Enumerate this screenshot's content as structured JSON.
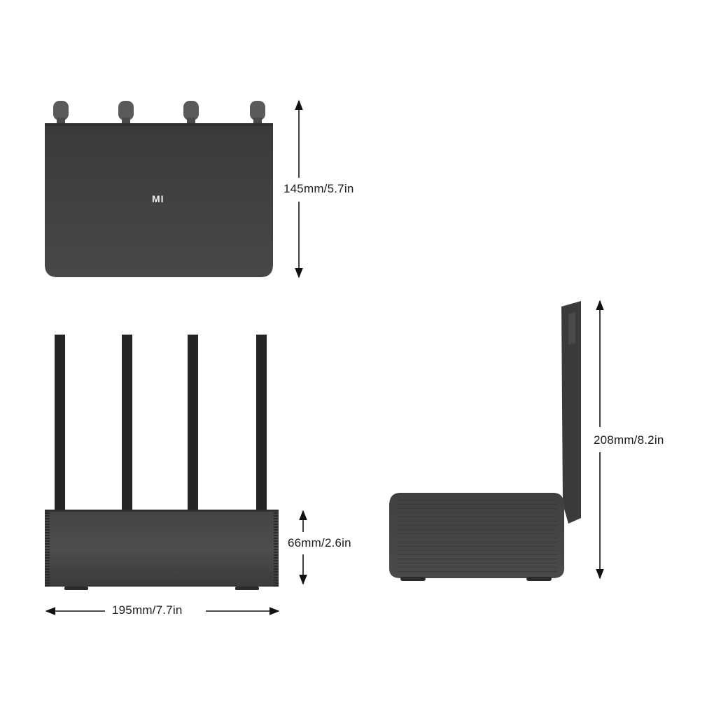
{
  "brand": {
    "logo_text": "MI"
  },
  "dimensions": {
    "depth": "145mm/5.7in",
    "height": "66mm/2.6in",
    "width": "195mm/7.7in",
    "total_height": "208mm/8.2in"
  },
  "colors": {
    "body": "#3f3f41",
    "body_dark": "#2e2e30",
    "antenna": "#252527",
    "arrow": "#111111"
  }
}
